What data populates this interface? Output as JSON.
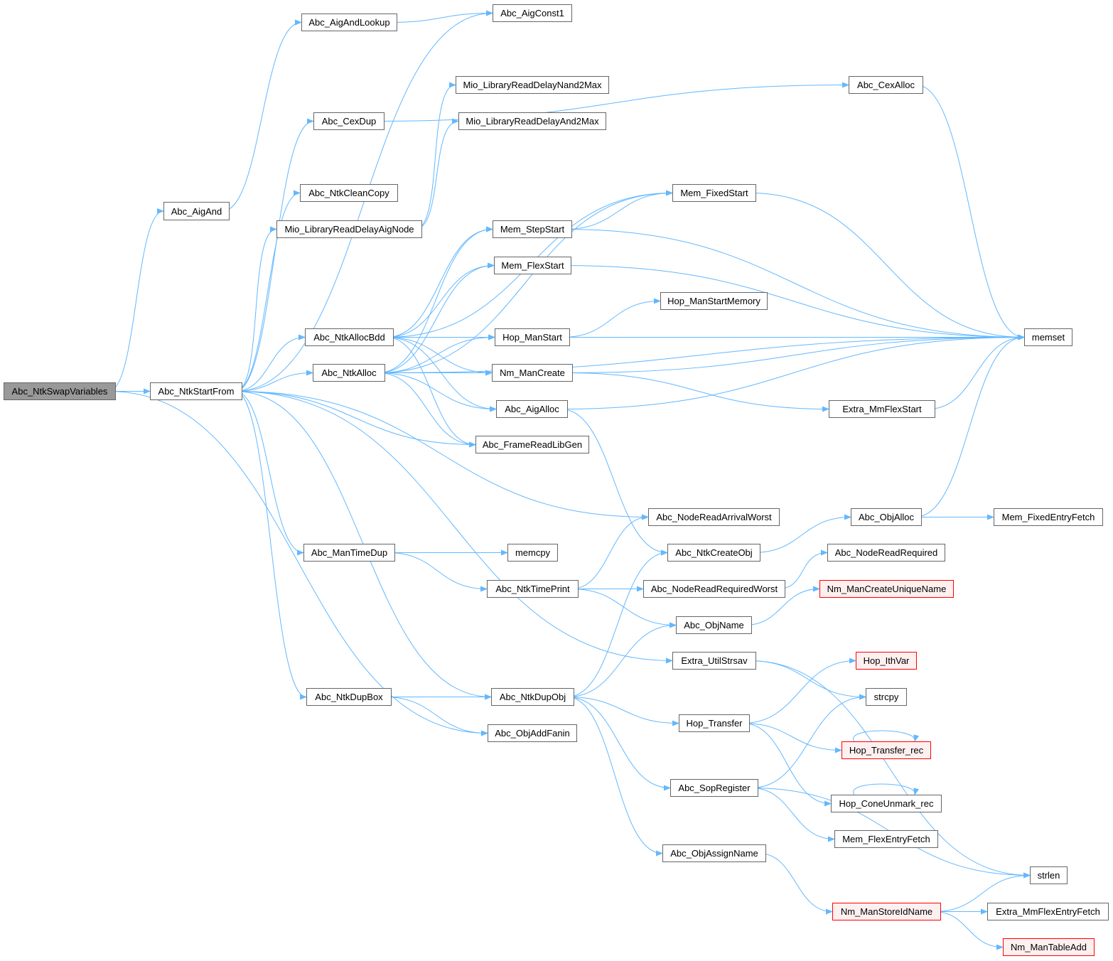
{
  "graph": {
    "edge_color": "#63b8ff",
    "root_fill": "#999999",
    "truncated_border": "#ff0000",
    "nodes": [
      {
        "id": "swap",
        "label": "Abc_NtkSwapVariables",
        "style": "root"
      },
      {
        "id": "startfrom",
        "label": "Abc_NtkStartFrom",
        "style": "normal"
      },
      {
        "id": "aigand",
        "label": "Abc_AigAnd",
        "style": "normal"
      },
      {
        "id": "aigandlookup",
        "label": "Abc_AigAndLookup",
        "style": "normal"
      },
      {
        "id": "aigconst1",
        "label": "Abc_AigConst1",
        "style": "normal"
      },
      {
        "id": "cexalloc",
        "label": "Abc_CexAlloc",
        "style": "normal"
      },
      {
        "id": "nand2max",
        "label": "Mio_LibraryReadDelayNand2Max",
        "style": "normal"
      },
      {
        "id": "cexdup",
        "label": "Abc_CexDup",
        "style": "normal"
      },
      {
        "id": "and2max",
        "label": "Mio_LibraryReadDelayAnd2Max",
        "style": "normal"
      },
      {
        "id": "cleancopy",
        "label": "Abc_NtkCleanCopy",
        "style": "normal"
      },
      {
        "id": "aignode",
        "label": "Mio_LibraryReadDelayAigNode",
        "style": "normal"
      },
      {
        "id": "memfixedstart",
        "label": "Mem_FixedStart",
        "style": "normal"
      },
      {
        "id": "memstepstart",
        "label": "Mem_StepStart",
        "style": "normal"
      },
      {
        "id": "memflexstart",
        "label": "Mem_FlexStart",
        "style": "normal"
      },
      {
        "id": "hopmanstartmemory",
        "label": "Hop_ManStartMemory",
        "style": "normal"
      },
      {
        "id": "ntkallocbdd",
        "label": "Abc_NtkAllocBdd",
        "style": "normal"
      },
      {
        "id": "hopmanstart",
        "label": "Hop_ManStart",
        "style": "normal"
      },
      {
        "id": "memset",
        "label": "memset",
        "style": "normal"
      },
      {
        "id": "ntkalloc",
        "label": "Abc_NtkAlloc",
        "style": "normal"
      },
      {
        "id": "nmmancreate",
        "label": "Nm_ManCreate",
        "style": "normal"
      },
      {
        "id": "aigalloc",
        "label": "Abc_AigAlloc",
        "style": "normal"
      },
      {
        "id": "mmflexstart",
        "label": "Extra_MmFlexStart",
        "style": "normal"
      },
      {
        "id": "framereadlibgen",
        "label": "Abc_FrameReadLibGen",
        "style": "normal"
      },
      {
        "id": "arrivalworst",
        "label": "Abc_NodeReadArrivalWorst",
        "style": "normal"
      },
      {
        "id": "objalloc",
        "label": "Abc_ObjAlloc",
        "style": "normal"
      },
      {
        "id": "fixedentryfetch",
        "label": "Mem_FixedEntryFetch",
        "style": "normal"
      },
      {
        "id": "mantimedup",
        "label": "Abc_ManTimeDup",
        "style": "normal"
      },
      {
        "id": "memcpy",
        "label": "memcpy",
        "style": "normal"
      },
      {
        "id": "createobj",
        "label": "Abc_NtkCreateObj",
        "style": "normal"
      },
      {
        "id": "readrequired",
        "label": "Abc_NodeReadRequired",
        "style": "normal"
      },
      {
        "id": "timeprint",
        "label": "Abc_NtkTimePrint",
        "style": "normal"
      },
      {
        "id": "requiredworst",
        "label": "Abc_NodeReadRequiredWorst",
        "style": "normal"
      },
      {
        "id": "uniquename",
        "label": "Nm_ManCreateUniqueName",
        "style": "red"
      },
      {
        "id": "objname",
        "label": "Abc_ObjName",
        "style": "normal"
      },
      {
        "id": "strsav",
        "label": "Extra_UtilStrsav",
        "style": "normal"
      },
      {
        "id": "ithvar",
        "label": "Hop_IthVar",
        "style": "red"
      },
      {
        "id": "dupbox",
        "label": "Abc_NtkDupBox",
        "style": "normal"
      },
      {
        "id": "dupobj",
        "label": "Abc_NtkDupObj",
        "style": "normal"
      },
      {
        "id": "strcpy",
        "label": "strcpy",
        "style": "normal"
      },
      {
        "id": "hoptransfer",
        "label": "Hop_Transfer",
        "style": "normal"
      },
      {
        "id": "addfanin",
        "label": "Abc_ObjAddFanin",
        "style": "normal"
      },
      {
        "id": "transferrec",
        "label": "Hop_Transfer_rec",
        "style": "red"
      },
      {
        "id": "sopregister",
        "label": "Abc_SopRegister",
        "style": "normal"
      },
      {
        "id": "coneunmark",
        "label": "Hop_ConeUnmark_rec",
        "style": "normal"
      },
      {
        "id": "flexentryfetch",
        "label": "Mem_FlexEntryFetch",
        "style": "normal"
      },
      {
        "id": "assignname",
        "label": "Abc_ObjAssignName",
        "style": "normal"
      },
      {
        "id": "strlen",
        "label": "strlen",
        "style": "normal"
      },
      {
        "id": "storeidname",
        "label": "Nm_ManStoreIdName",
        "style": "red"
      },
      {
        "id": "mmflexentryfetch",
        "label": "Extra_MmFlexEntryFetch",
        "style": "normal"
      },
      {
        "id": "tableadd",
        "label": "Nm_ManTableAdd",
        "style": "red"
      }
    ],
    "edges": [
      [
        "swap",
        "aigand"
      ],
      [
        "swap",
        "startfrom"
      ],
      [
        "swap",
        "addfanin"
      ],
      [
        "aigand",
        "aigandlookup"
      ],
      [
        "aigandlookup",
        "aigconst1"
      ],
      [
        "startfrom",
        "aigconst1"
      ],
      [
        "startfrom",
        "cexdup"
      ],
      [
        "startfrom",
        "cleancopy"
      ],
      [
        "startfrom",
        "aignode"
      ],
      [
        "startfrom",
        "ntkallocbdd"
      ],
      [
        "startfrom",
        "ntkalloc"
      ],
      [
        "startfrom",
        "framereadlibgen"
      ],
      [
        "startfrom",
        "arrivalworst"
      ],
      [
        "startfrom",
        "mantimedup"
      ],
      [
        "startfrom",
        "strsav"
      ],
      [
        "startfrom",
        "dupbox"
      ],
      [
        "startfrom",
        "dupobj"
      ],
      [
        "cexdup",
        "cexalloc"
      ],
      [
        "cexalloc",
        "memset"
      ],
      [
        "aignode",
        "nand2max"
      ],
      [
        "aignode",
        "and2max"
      ],
      [
        "ntkallocbdd",
        "memset"
      ],
      [
        "ntkallocbdd",
        "memfixedstart"
      ],
      [
        "ntkallocbdd",
        "memstepstart"
      ],
      [
        "ntkallocbdd",
        "memflexstart"
      ],
      [
        "ntkallocbdd",
        "hopmanstart"
      ],
      [
        "ntkallocbdd",
        "nmmancreate"
      ],
      [
        "ntkallocbdd",
        "aigalloc"
      ],
      [
        "ntkallocbdd",
        "framereadlibgen"
      ],
      [
        "ntkalloc",
        "memfixedstart"
      ],
      [
        "ntkalloc",
        "memstepstart"
      ],
      [
        "ntkalloc",
        "memflexstart"
      ],
      [
        "ntkalloc",
        "hopmanstart"
      ],
      [
        "ntkalloc",
        "nmmancreate"
      ],
      [
        "ntkalloc",
        "aigalloc"
      ],
      [
        "ntkalloc",
        "framereadlibgen"
      ],
      [
        "ntkalloc",
        "memset"
      ],
      [
        "memfixedstart",
        "memset"
      ],
      [
        "memstepstart",
        "memfixedstart"
      ],
      [
        "memstepstart",
        "memset"
      ],
      [
        "memflexstart",
        "memset"
      ],
      [
        "hopmanstart",
        "hopmanstartmemory"
      ],
      [
        "hopmanstart",
        "memset"
      ],
      [
        "nmmancreate",
        "memset"
      ],
      [
        "nmmancreate",
        "mmflexstart"
      ],
      [
        "mmflexstart",
        "memset"
      ],
      [
        "aigalloc",
        "memset"
      ],
      [
        "aigalloc",
        "createobj"
      ],
      [
        "objalloc",
        "memset"
      ],
      [
        "objalloc",
        "fixedentryfetch"
      ],
      [
        "mantimedup",
        "memcpy"
      ],
      [
        "mantimedup",
        "timeprint"
      ],
      [
        "timeprint",
        "arrivalworst"
      ],
      [
        "timeprint",
        "requiredworst"
      ],
      [
        "timeprint",
        "objname"
      ],
      [
        "createobj",
        "objalloc"
      ],
      [
        "requiredworst",
        "readrequired"
      ],
      [
        "objname",
        "uniquename"
      ],
      [
        "strsav",
        "strlen"
      ],
      [
        "strsav",
        "strcpy"
      ],
      [
        "dupbox",
        "dupobj"
      ],
      [
        "dupbox",
        "addfanin"
      ],
      [
        "dupobj",
        "createobj"
      ],
      [
        "dupobj",
        "objname"
      ],
      [
        "dupobj",
        "hoptransfer"
      ],
      [
        "dupobj",
        "sopregister"
      ],
      [
        "dupobj",
        "assignname"
      ],
      [
        "hoptransfer",
        "ithvar"
      ],
      [
        "hoptransfer",
        "transferrec"
      ],
      [
        "hoptransfer",
        "coneunmark"
      ],
      [
        "transferrec",
        "transferrec"
      ],
      [
        "coneunmark",
        "coneunmark"
      ],
      [
        "sopregister",
        "strcpy"
      ],
      [
        "sopregister",
        "flexentryfetch"
      ],
      [
        "sopregister",
        "strlen"
      ],
      [
        "assignname",
        "storeidname"
      ],
      [
        "storeidname",
        "strlen"
      ],
      [
        "storeidname",
        "mmflexentryfetch"
      ],
      [
        "storeidname",
        "tableadd"
      ]
    ]
  }
}
